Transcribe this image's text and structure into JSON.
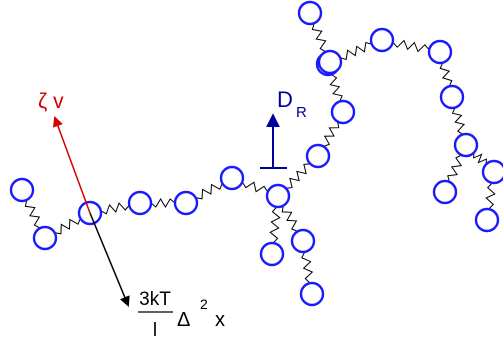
{
  "colors": {
    "bead": "#1a1aff",
    "spring": "#000000",
    "drag": "#d40000",
    "rotation": "#000099",
    "force": "#000000"
  },
  "labels": {
    "drag": "ζ v",
    "rotation_main": "D",
    "rotation_sub": "R",
    "force_numerator": "3kT",
    "force_denominator": "l",
    "force_delta": "Δ",
    "force_exponent": "2",
    "force_var": "x"
  }
}
